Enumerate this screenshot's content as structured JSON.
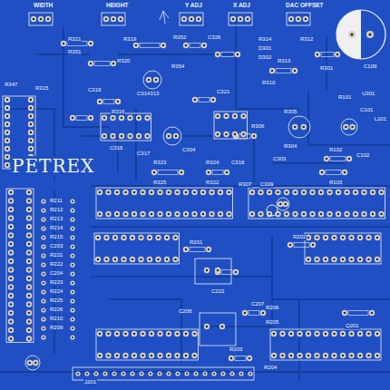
{
  "diagram": {
    "labels": [
      "WIDTH",
      "HEIGHT",
      "Y ADJ",
      "X ADJ",
      "DAC OFFSET",
      "R321",
      "R351",
      "R319",
      "R352",
      "C326",
      "R314",
      "D301",
      "D302",
      "R312",
      "C109",
      "R320",
      "C313",
      "R354",
      "R347",
      "R315",
      "C319",
      "C314",
      "R316",
      "C321",
      "R313",
      "R310",
      "R301",
      "U301",
      "R101",
      "C101",
      "L101",
      "R305",
      "R304",
      "R306",
      "C304",
      "C303",
      "C316",
      "C317",
      "R323",
      "R325",
      "R324",
      "R322",
      "C318",
      "R307",
      "C309",
      "R102",
      "R103",
      "C102",
      "PETREX",
      "R211",
      "R212",
      "R213",
      "R214",
      "R215",
      "C203",
      "R221",
      "R222",
      "C204",
      "R223",
      "R224",
      "R225",
      "R226",
      "R210",
      "R209",
      "J201",
      "R201",
      "R202",
      "C222",
      "C208",
      "C207",
      "R206",
      "R205",
      "R203",
      "R204",
      "Q201"
    ]
  }
}
